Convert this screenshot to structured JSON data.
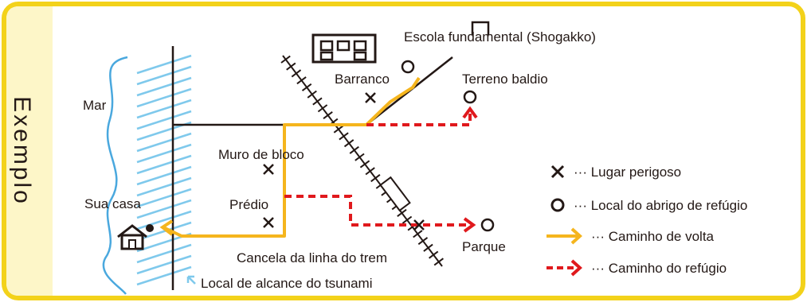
{
  "side_label": "Exemplo",
  "map": {
    "sea": "Mar",
    "school": "Escola fundamental (Shogakko)",
    "cliff": "Barranco",
    "vacant_lot": "Terreno baldio",
    "block_wall": "Muro de bloco",
    "building": "Prédio",
    "home": "Sua casa",
    "park": "Parque",
    "crossing": "Cancela da linha do trem",
    "tsunami_reach": "Local de alcance do tsunami"
  },
  "legend": {
    "danger": "··· Lugar perigoso",
    "shelter": "··· Local do abrigo de refúgio",
    "return_route": "··· Caminho de volta",
    "evacuation_route": "··· Caminho do refúgio"
  },
  "colors": {
    "frame": "#f3d21a",
    "panel": "#ffffff",
    "side_panel": "#fdf6c8",
    "tsunami_hatch": "#7fc9ec",
    "return_route": "#f5b51d",
    "evacuation_route": "#e0191d",
    "ink": "#231815"
  }
}
